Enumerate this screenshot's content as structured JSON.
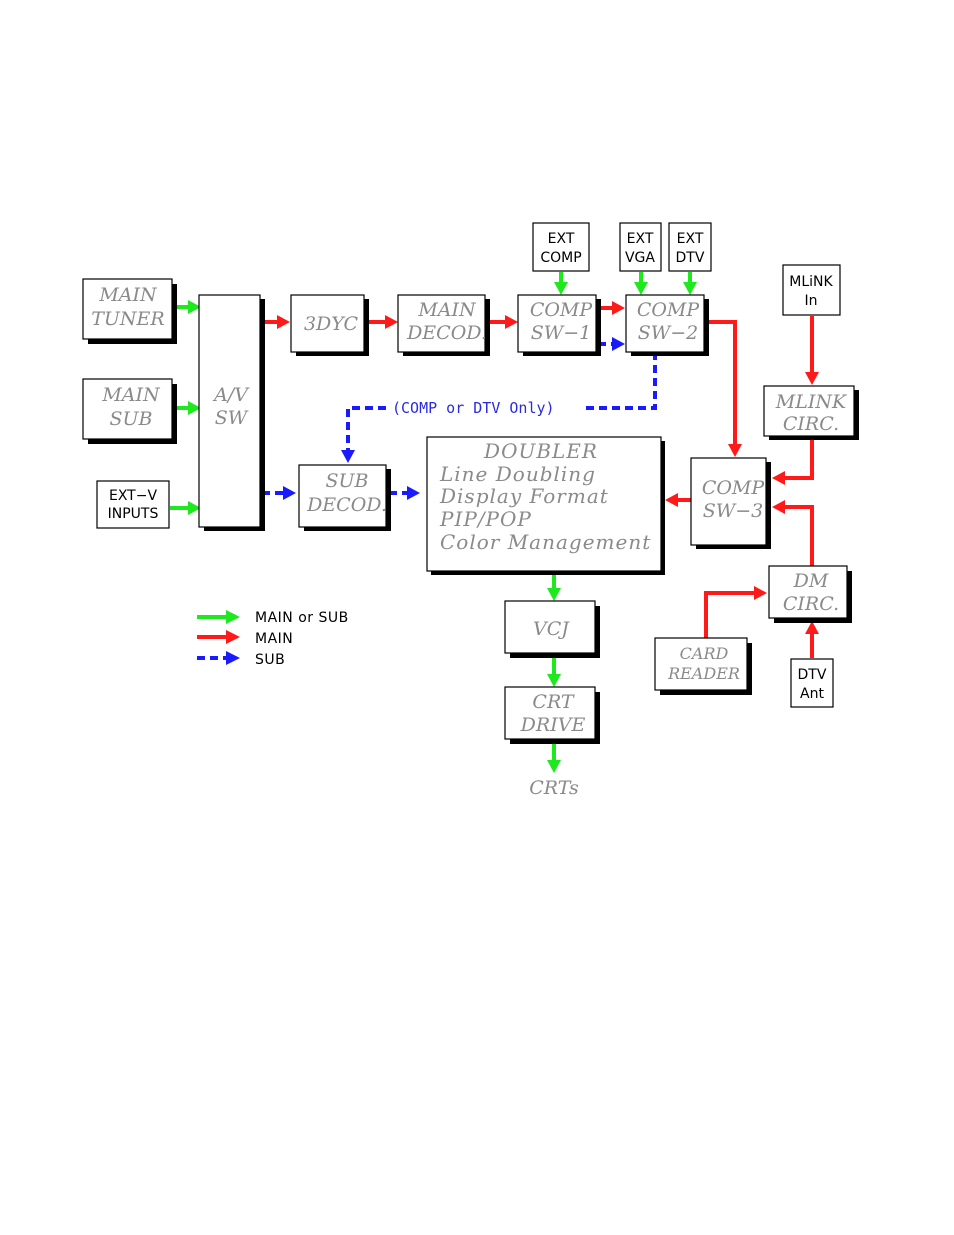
{
  "blocks": {
    "main_tuner": [
      "MAIN",
      "TUNER"
    ],
    "main_sub": [
      "MAIN",
      "SUB"
    ],
    "av_sw": [
      "A/V",
      "SW"
    ],
    "ydc3": [
      "3DYC"
    ],
    "main_decod": [
      "MAIN",
      "DECOD."
    ],
    "comp_sw1": [
      "COMP",
      "SW−1"
    ],
    "comp_sw2": [
      "COMP",
      "SW−2"
    ],
    "sub_decod": [
      "SUB",
      "DECOD."
    ],
    "doubler": [
      "DOUBLER",
      "Line  Doubling",
      "Display  Format",
      "PIP/POP",
      "Color  Management"
    ],
    "comp_sw3": [
      "COMP",
      "SW−3"
    ],
    "mlink_circ": [
      "MLINK",
      "CIRC."
    ],
    "dm_circ": [
      "DM",
      "CIRC."
    ],
    "card_reader": [
      "CARD",
      "READER"
    ],
    "vcj": [
      "VCJ"
    ],
    "crt_drive": [
      "CRT",
      "DRIVE"
    ]
  },
  "inputs": {
    "ext_v": [
      "EXT−V",
      "INPUTS"
    ],
    "ext_comp": [
      "EXT",
      "COMP"
    ],
    "ext_vga": [
      "EXT",
      "VGA"
    ],
    "ext_dtv": [
      "EXT",
      "DTV"
    ],
    "mlink_in": [
      "MLiNK",
      "In"
    ],
    "dtv_ant": [
      "DTV",
      "Ant"
    ]
  },
  "output_label": "CRTs",
  "note": "(COMP  or  DTV  Only)",
  "legend": [
    {
      "label": "MAIN  or  SUB",
      "color": "#1ee81e",
      "style": "solid"
    },
    {
      "label": "MAIN",
      "color": "#ff1a1a",
      "style": "solid"
    },
    {
      "label": "SUB",
      "color": "#1a1aff",
      "style": "dashed"
    }
  ]
}
